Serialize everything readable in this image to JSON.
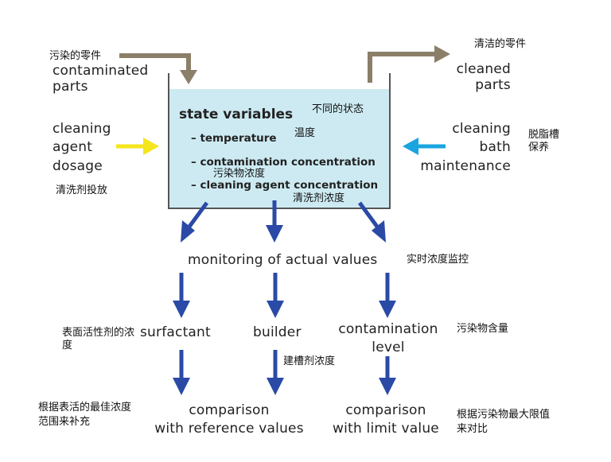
{
  "colors": {
    "brown_arrow": "#8b7f6a",
    "yellow_arrow": "#f4e61c",
    "cyan_arrow": "#1aa5e0",
    "blue_arrow": "#2a4aa6",
    "tank_fill": "#cdeaf2",
    "tank_outline": "#555555"
  },
  "inputs": {
    "contaminated_parts": {
      "en": "contaminated\nparts",
      "zh": "污染的零件"
    },
    "cleaning_agent_dosage": {
      "en": "cleaning\nagent\ndosage",
      "zh": "清洗剂投放"
    },
    "cleaned_parts": {
      "en": "cleaned\nparts",
      "zh": "清洁的零件"
    },
    "cleaning_bath_maintenance": {
      "en": "cleaning\nbath\nmaintenance",
      "zh": "脱脂槽\n保养"
    }
  },
  "tank": {
    "title": "state variables",
    "title_zh": "不同的状态",
    "vars": [
      {
        "en": "– temperature",
        "zh": "温度"
      },
      {
        "en": "– contamination concentration",
        "zh": "污染物浓度"
      },
      {
        "en": "– cleaning agent concentration",
        "zh": "清洗剂浓度"
      }
    ]
  },
  "monitoring": {
    "en": "monitoring of actual values",
    "zh": "实时浓度监控"
  },
  "measures": {
    "surfactant": {
      "en": "surfactant",
      "zh": "表面活性剂的浓\n度"
    },
    "builder": {
      "en": "builder",
      "zh": "建槽剂浓度"
    },
    "contamination_level": {
      "en": "contamination\nlevel",
      "zh": "污染物含量"
    }
  },
  "comparisons": {
    "reference": {
      "en": "comparison\nwith reference values",
      "zh": "根据表活的最佳浓度\n范围来补充"
    },
    "limit": {
      "en": "comparison\nwith limit value",
      "zh": "根据污染物最大限值\n来对比"
    }
  }
}
